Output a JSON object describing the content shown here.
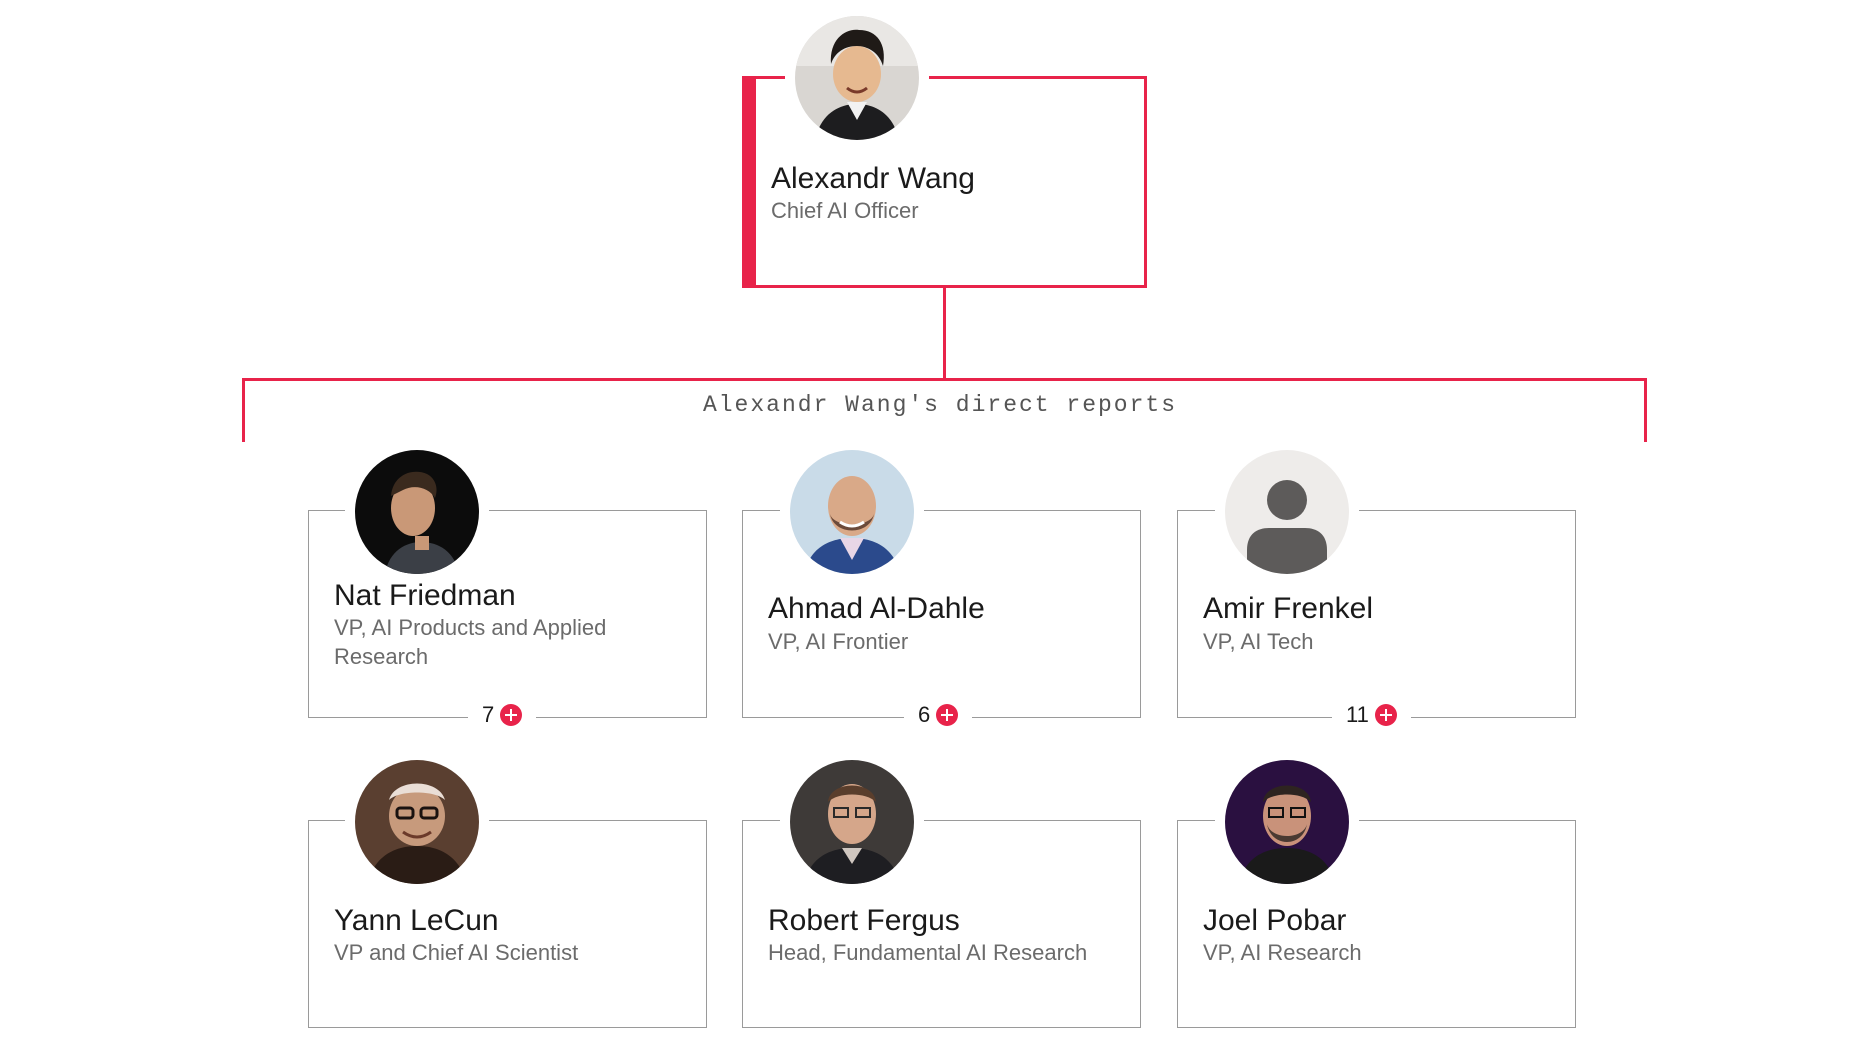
{
  "accent_color": "#e8234a",
  "root": {
    "name": "Alexandr Wang",
    "title": "Chief AI Officer",
    "photo": "portrait-photo"
  },
  "reports_label": "Alexandr Wang's direct reports",
  "reports": [
    {
      "name": "Nat Friedman",
      "title": "VP, AI Products and Applied Research",
      "count": "7",
      "photo": "portrait-photo"
    },
    {
      "name": "Ahmad Al-Dahle",
      "title": "VP, AI Frontier",
      "count": "6",
      "photo": "portrait-photo"
    },
    {
      "name": "Amir Frenkel",
      "title": "VP, AI Tech",
      "count": "11",
      "photo": "placeholder-avatar-icon"
    },
    {
      "name": "Yann LeCun",
      "title": "VP and Chief AI Scientist",
      "photo": "portrait-photo"
    },
    {
      "name": "Robert Fergus",
      "title": "Head, Fundamental AI Research",
      "photo": "portrait-photo"
    },
    {
      "name": "Joel Pobar",
      "title": "VP, AI Research",
      "photo": "portrait-photo"
    }
  ]
}
